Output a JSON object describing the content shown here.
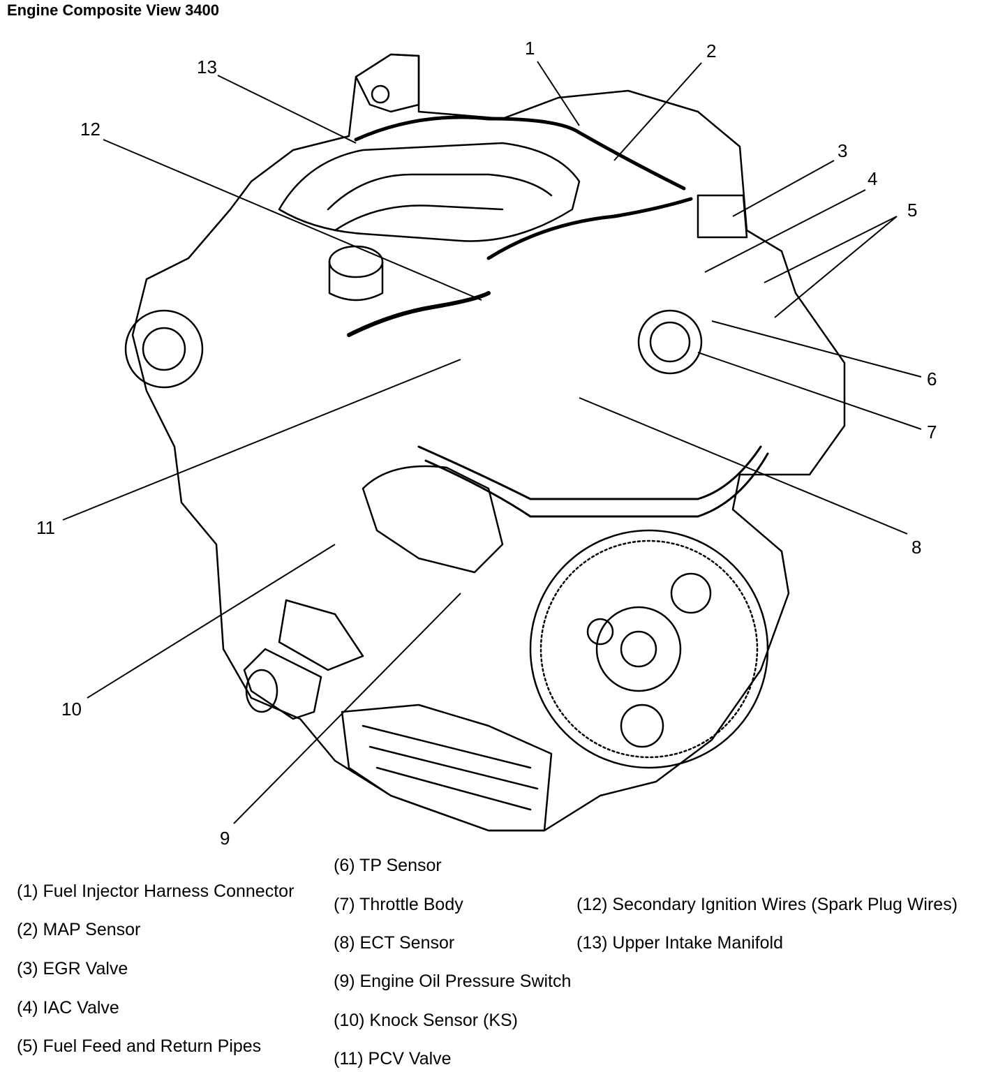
{
  "title": "Engine Composite View 3400",
  "callouts": [
    "1",
    "2",
    "3",
    "4",
    "5",
    "6",
    "7",
    "8",
    "9",
    "10",
    "11",
    "12",
    "13"
  ],
  "legend": {
    "item1": "(1) Fuel Injector Harness Connector",
    "item2": "(2) MAP Sensor",
    "item3": "(3) EGR Valve",
    "item4": "(4) IAC Valve",
    "item5": "(5) Fuel Feed and Return Pipes",
    "item6": "(6) TP Sensor",
    "item7": "(7) Throttle Body",
    "item8": "(8) ECT Sensor",
    "item9": "(9) Engine Oil Pressure Switch",
    "item10": "(10) Knock Sensor (KS)",
    "item11": "(11) PCV Valve",
    "item12": "(12) Secondary Ignition Wires (Spark Plug Wires)",
    "item13": "(13) Upper Intake Manifold"
  }
}
